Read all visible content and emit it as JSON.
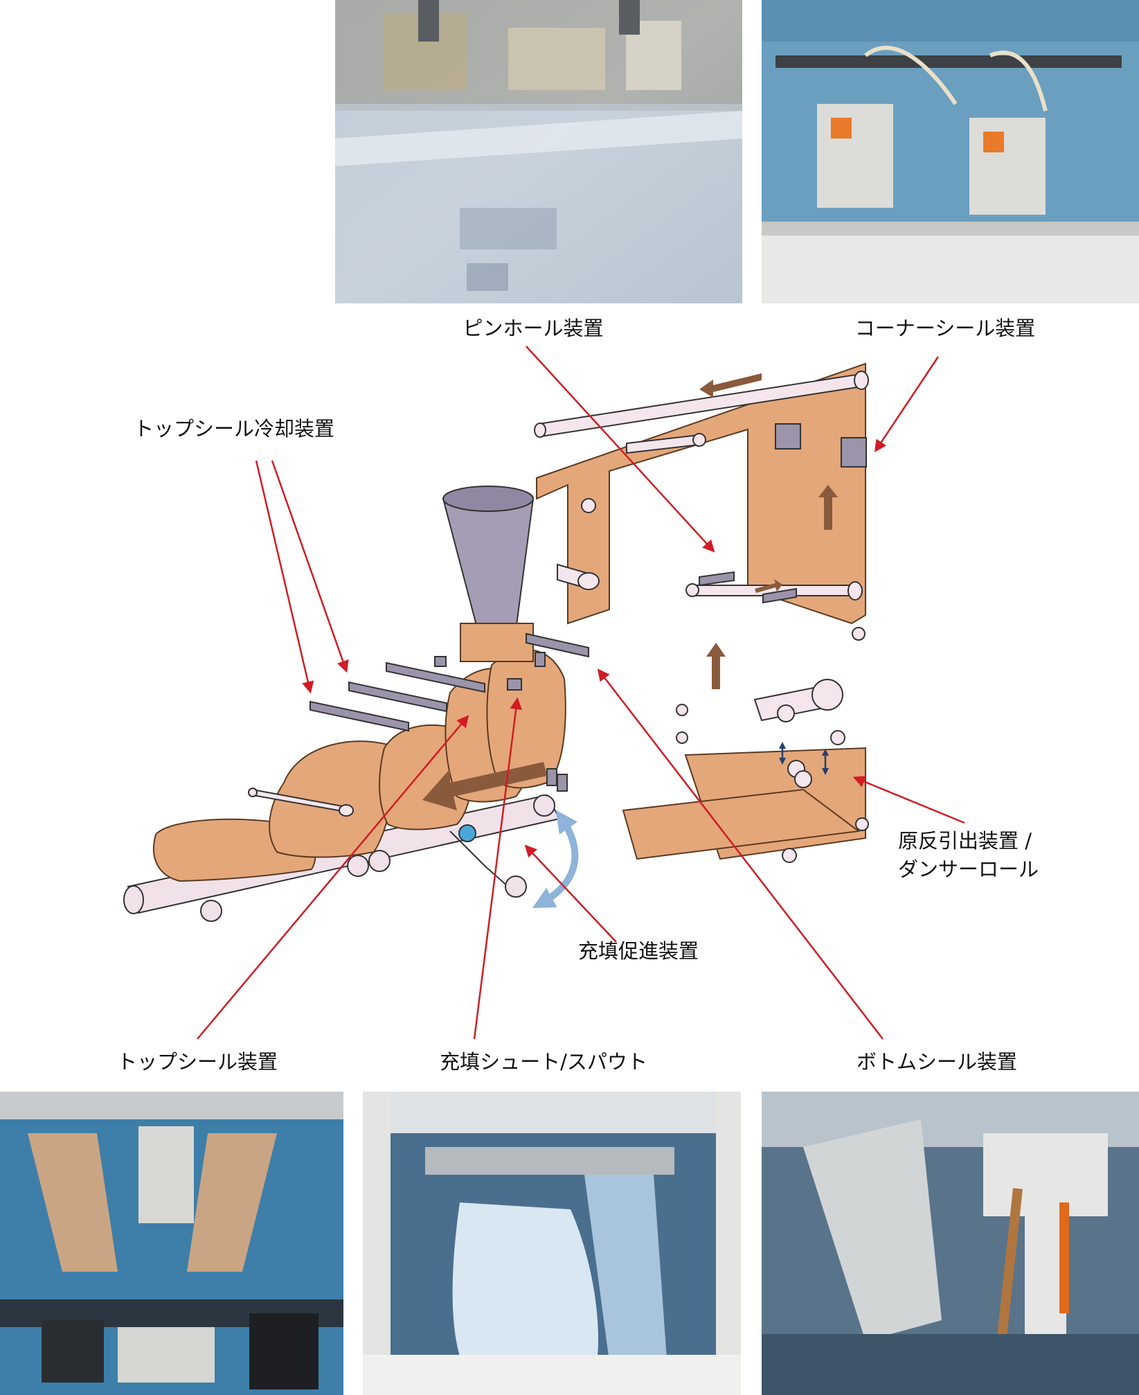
{
  "labels": {
    "pinhole": "ピンホール装置",
    "corner_seal": "コーナーシール装置",
    "top_seal_cooling": "トップシール冷却装置",
    "unwind_line1": "原反引出装置 /",
    "unwind_line2": "ダンサーロール",
    "fill_promote": "充填促進装置",
    "top_seal": "トップシール装置",
    "fill_chute": "充填シュート/スパウト",
    "bottom_seal": "ボトムシール装置"
  },
  "colors": {
    "film": "#e4a77a",
    "film_edge": "#9a6a44",
    "roller": "#f4e6ec",
    "hopper": "#a59db5",
    "seal_bar": "#9b94ab",
    "flow_arrow": "#8a5a3c",
    "leader_arrow": "#d11c24",
    "swing_arrow": "#8fb3d9",
    "conveyor": "#f1e2ea"
  },
  "photos": [
    {
      "name": "photo-film-web",
      "kind": "film"
    },
    {
      "name": "photo-corner-seal-unit",
      "kind": "machine-blue"
    },
    {
      "name": "photo-top-seal-unit",
      "kind": "machine-blue"
    },
    {
      "name": "photo-filling-chute",
      "kind": "machine-bag"
    },
    {
      "name": "photo-bottom-seal-unit",
      "kind": "machine-gray"
    }
  ]
}
